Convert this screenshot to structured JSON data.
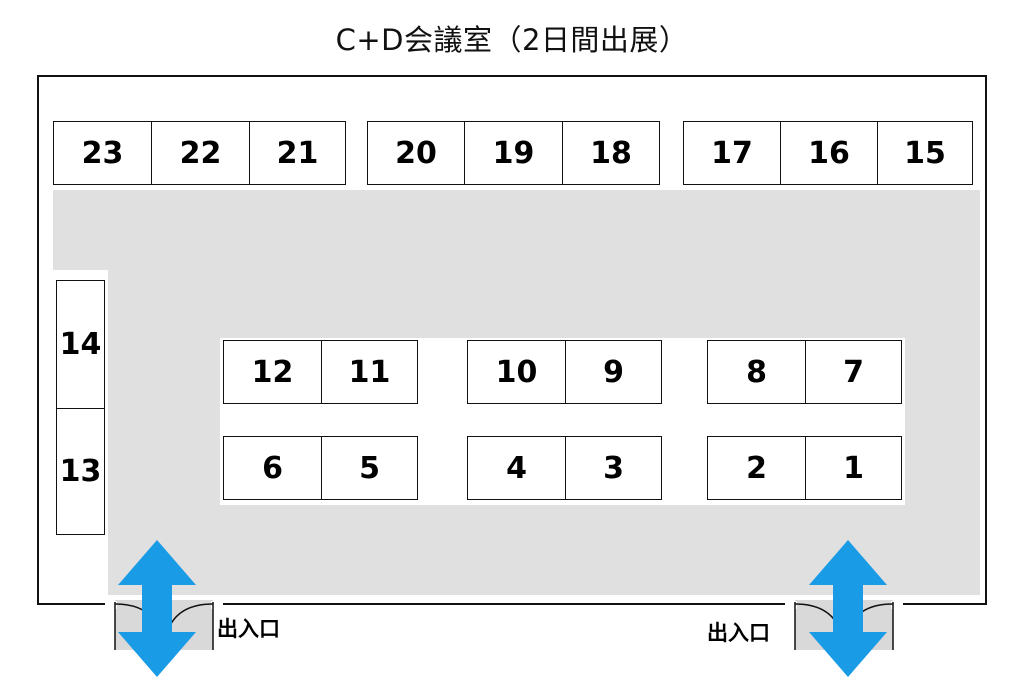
{
  "title": "C+D会議室（2日間出展）",
  "booths": {
    "b1": "1",
    "b2": "2",
    "b3": "3",
    "b4": "4",
    "b5": "5",
    "b6": "6",
    "b7": "7",
    "b8": "8",
    "b9": "9",
    "b10": "10",
    "b11": "11",
    "b12": "12",
    "b13": "13",
    "b14": "14",
    "b15": "15",
    "b16": "16",
    "b17": "17",
    "b18": "18",
    "b19": "19",
    "b20": "20",
    "b21": "21",
    "b22": "22",
    "b23": "23"
  },
  "entrances": {
    "left_label": "出入口",
    "right_label": "出入口"
  },
  "colors": {
    "aisle": "#e0e0e0",
    "arrow": "#1a9be6",
    "door": "#d9d9d9",
    "outline": "#111111"
  }
}
